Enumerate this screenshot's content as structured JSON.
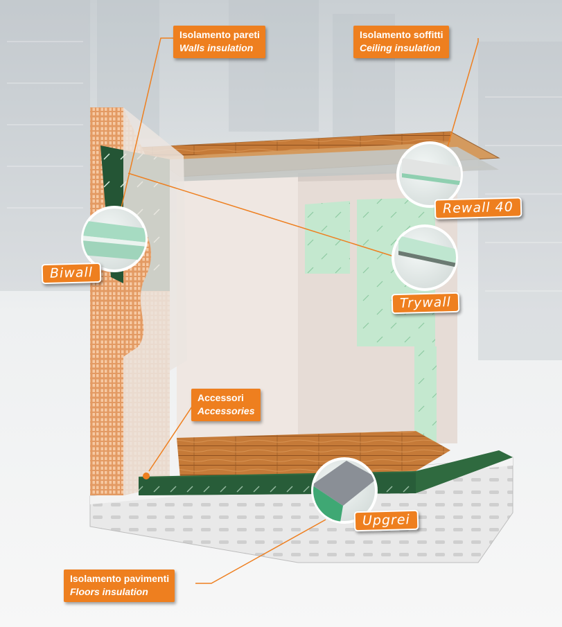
{
  "callouts": {
    "walls": {
      "it": "Isolamento pareti",
      "en": "Walls insulation"
    },
    "ceiling": {
      "it": "Isolamento soffitti",
      "en": "Ceiling insulation"
    },
    "accessories": {
      "it": "Accessori",
      "en": "Accessories"
    },
    "floors": {
      "it": "Isolamento pavimenti",
      "en": "Floors insulation"
    }
  },
  "products": {
    "biwall": "Biwall",
    "rewall": "Rewall 40",
    "trywall": "Trywall",
    "upgrei": "Upgrei"
  },
  "colors": {
    "accent": "#ee7f1f",
    "insulation_green": "#2e6b3e",
    "board_mint": "#b9e3c6",
    "brick": "#e8a574",
    "wood": "#c9813d",
    "wall": "#ece4df"
  }
}
